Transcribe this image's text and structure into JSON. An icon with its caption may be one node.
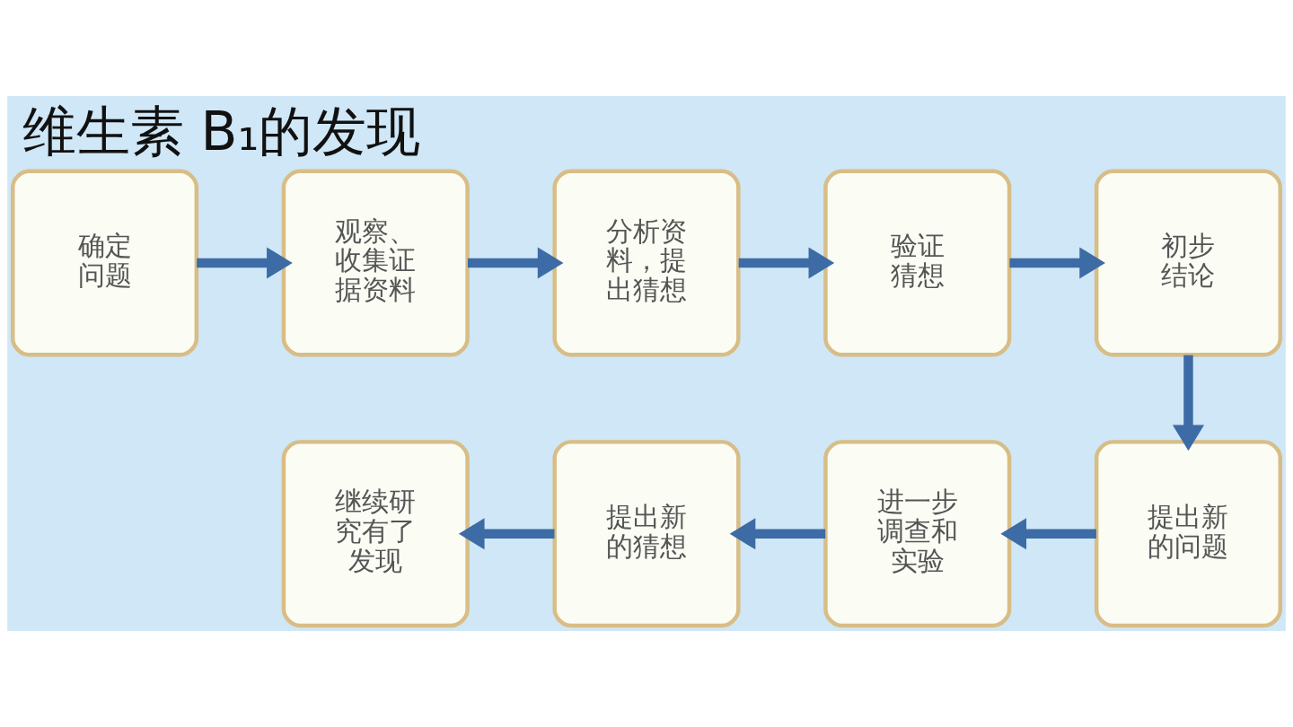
{
  "diagram": {
    "title": "维生素 B₁的发现",
    "nodes": [
      {
        "text": [
          "确定问题"
        ]
      },
      {
        "text": [
          "观察、收集证据资料"
        ]
      },
      {
        "text": [
          "分析资料，提出猜想"
        ]
      },
      {
        "text": [
          "验证猜想"
        ]
      },
      {
        "text": [
          "初步结论"
        ]
      },
      {
        "text": [
          "提出新的问题"
        ]
      },
      {
        "text": [
          "进一步调查和实验"
        ]
      },
      {
        "text": [
          "提出新的猜想"
        ]
      },
      {
        "text": [
          "继续研究有了发现"
        ]
      }
    ],
    "edges": [
      {
        "from": 0,
        "to": 1,
        "arrow": "to"
      },
      {
        "from": 1,
        "to": 2,
        "arrow": "to"
      },
      {
        "from": 2,
        "to": 3,
        "arrow": "to"
      },
      {
        "from": 3,
        "to": 4,
        "arrow": "to"
      },
      {
        "from": 4,
        "to": 5,
        "arrow": "to"
      },
      {
        "from": 5,
        "to": 6,
        "arrow": "to"
      },
      {
        "from": 6,
        "to": 7,
        "arrow": "to"
      },
      {
        "from": 7,
        "to": 8,
        "arrow": "to"
      }
    ]
  }
}
